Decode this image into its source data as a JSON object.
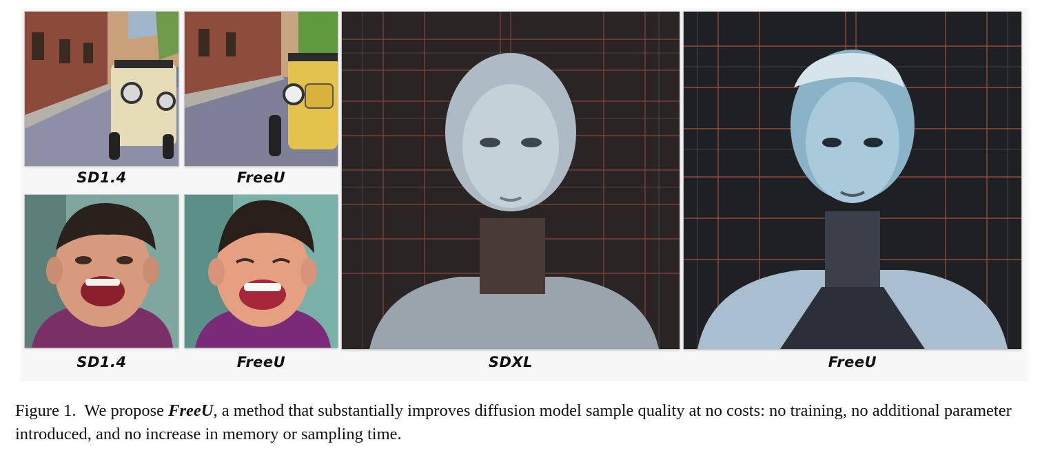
{
  "figure": {
    "panels": [
      {
        "caption": "SD1.4",
        "scene": "street-car"
      },
      {
        "caption": "FreeU",
        "scene": "street-car"
      },
      {
        "caption": "SD1.4",
        "scene": "laughing-boy"
      },
      {
        "caption": "FreeU",
        "scene": "laughing-boy"
      },
      {
        "caption": "SDXL",
        "scene": "robot-portrait"
      },
      {
        "caption": "FreeU",
        "scene": "robot-portrait"
      }
    ]
  },
  "caption": {
    "label": "Figure 1.",
    "intro": "We propose",
    "method": "FreeU",
    "text": ", a method that substantially improves diffusion model sample quality at no costs: no training, no additional parameter introduced, and no increase in memory or sampling time."
  }
}
